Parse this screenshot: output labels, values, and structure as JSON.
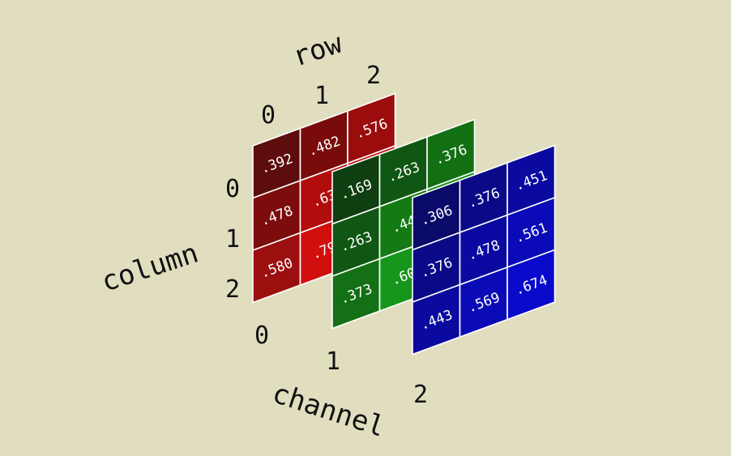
{
  "labels": {
    "row": "row",
    "column": "column",
    "channel": "channel"
  },
  "ticks": {
    "row": [
      "0",
      "1",
      "2"
    ],
    "column": [
      "0",
      "1",
      "2"
    ],
    "channel": [
      "0",
      "1",
      "2"
    ]
  },
  "channels": [
    {
      "name": "red",
      "colors": [
        [
          "#5e0d0d",
          "#7a0b0b",
          "#9b0c0c"
        ],
        [
          "#7d0c0c",
          "#b20d0d",
          "#c80d0d"
        ],
        [
          "#9c0f0f",
          "#d10f0f",
          "#e71010"
        ]
      ],
      "values": [
        [
          ".392",
          ".482",
          ".576"
        ],
        [
          ".478",
          ".63",
          ""
        ],
        [
          ".580",
          ".79",
          ""
        ]
      ]
    },
    {
      "name": "green",
      "colors": [
        [
          "#0f3e10",
          "#0f5712",
          "#127013"
        ],
        [
          "#0f5712",
          "#137a14",
          "#15921a"
        ],
        [
          "#137014",
          "#16961a",
          "#18ad1e"
        ]
      ],
      "values": [
        [
          ".169",
          ".263",
          ".376"
        ],
        [
          ".263",
          ".44",
          ""
        ],
        [
          ".373",
          ".60",
          ""
        ]
      ]
    },
    {
      "name": "blue",
      "colors": [
        [
          "#0a0a6a",
          "#0a0a88",
          "#0a0aa0"
        ],
        [
          "#0a0a88",
          "#0a0aa2",
          "#0a0ab8"
        ],
        [
          "#0a0aa0",
          "#0a0ab6",
          "#0a0acc"
        ]
      ],
      "values": [
        [
          ".306",
          ".376",
          ".451"
        ],
        [
          ".376",
          ".478",
          ".561"
        ],
        [
          ".443",
          ".569",
          ".674"
        ]
      ]
    }
  ]
}
